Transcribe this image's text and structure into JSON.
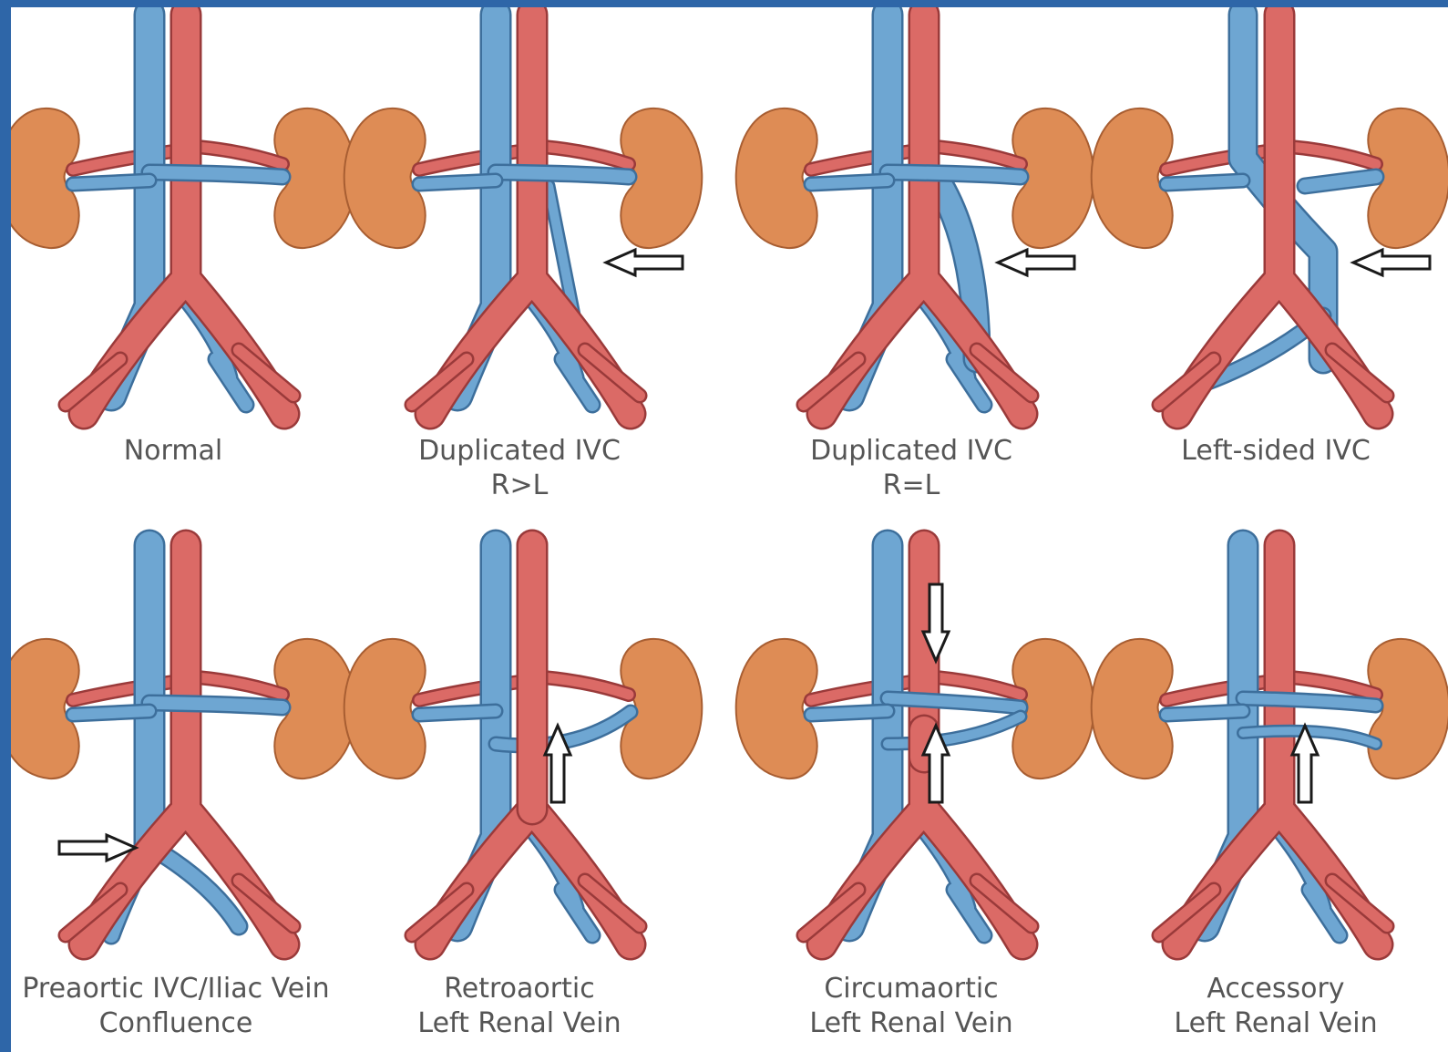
{
  "panels": [
    {
      "id": "normal",
      "caption": [
        "Normal"
      ],
      "variant": "normal",
      "arrows": []
    },
    {
      "id": "dup-rgl",
      "caption": [
        "Duplicated IVC",
        "R>L"
      ],
      "variant": "dup-thin",
      "arrows": [
        {
          "dir": "left"
        }
      ]
    },
    {
      "id": "dup-req",
      "caption": [
        "Duplicated IVC",
        "R=L"
      ],
      "variant": "dup-equal",
      "arrows": [
        {
          "dir": "left"
        }
      ]
    },
    {
      "id": "left-sided",
      "caption": [
        "Left-sided IVC"
      ],
      "variant": "left-sided",
      "arrows": [
        {
          "dir": "left"
        }
      ]
    },
    {
      "id": "preaortic",
      "caption": [
        "Preaortic IVC/Iliac Vein",
        "Confluence"
      ],
      "variant": "preaortic",
      "arrows": [
        {
          "dir": "right"
        }
      ]
    },
    {
      "id": "retroaortic",
      "caption": [
        "Retroaortic",
        "Left Renal Vein"
      ],
      "variant": "retro",
      "arrows": [
        {
          "dir": "up"
        }
      ]
    },
    {
      "id": "circumaortic",
      "caption": [
        "Circumaortic",
        "Left Renal Vein"
      ],
      "variant": "circum",
      "arrows": [
        {
          "dir": "down"
        },
        {
          "dir": "up"
        }
      ]
    },
    {
      "id": "accessory",
      "caption": [
        "Accessory",
        "Left Renal Vein"
      ],
      "variant": "accessory",
      "arrows": [
        {
          "dir": "up"
        }
      ]
    }
  ],
  "colors": {
    "vein": "#6ea6d2",
    "vein_outline": "#3d6f9c",
    "artery": "#db6a66",
    "artery_outline": "#9a3a3a",
    "kidney": "#de8c55",
    "kidney_outline": "#a85e32",
    "frame": "#2e66a8",
    "caption": "#555555"
  }
}
